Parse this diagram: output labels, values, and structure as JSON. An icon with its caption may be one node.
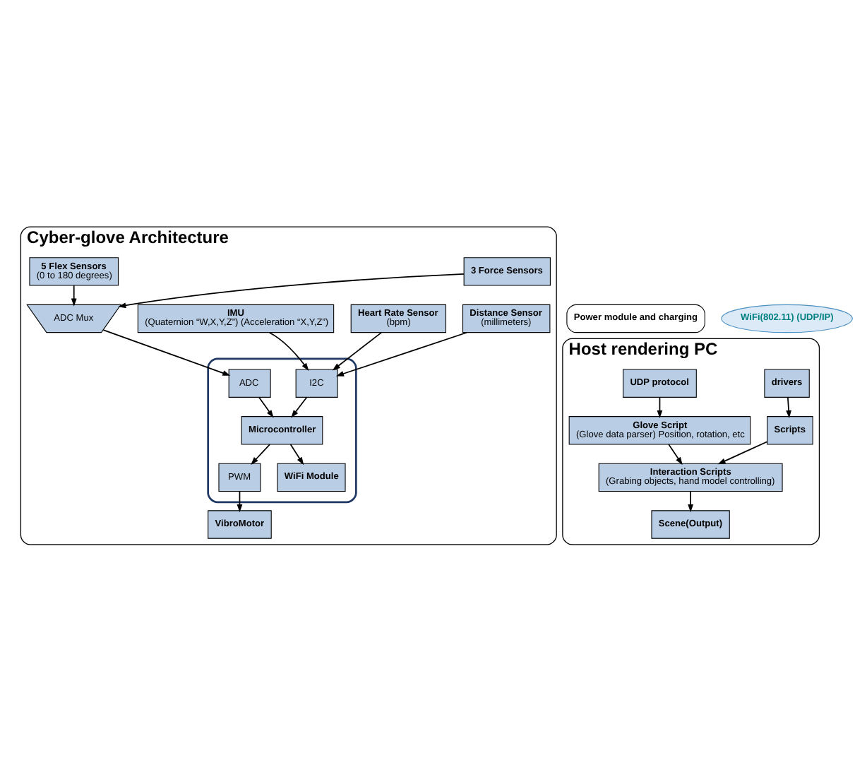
{
  "diagram": {
    "nodes": [
      {
        "text": [
          "Cyber-glove Architecture"
        ]
      },
      {
        "text": [
          "Distance Sensor",
          "(millimeters)"
        ],
        "in": 0
      },
      {
        "text": [
          "Heart Rate Sensor",
          "(bpm)"
        ],
        "in": 0
      },
      {
        "text": [
          "IMU",
          "(Quaternion “W,X,Y,Z”) (Acceleration “X,Y,Z”)"
        ],
        "in": 0
      },
      {
        "text": [
          "5 Flex Sensors",
          "(0 to 180 degrees)"
        ],
        "in": 0
      },
      {
        "text": [
          "VibroMotor"
        ],
        "in": 0
      },
      {
        "text": [],
        "shape": "box",
        "in": 0
      },
      {
        "text": [
          "PWM"
        ],
        "in": 6
      },
      {
        "text": [
          "I2C"
        ],
        "in": 6
      },
      {
        "text": [
          "ADC"
        ],
        "in": 6
      },
      {
        "text": [
          "Microcontroller"
        ],
        "in": 6
      },
      {
        "text": [
          "WiFi Module"
        ],
        "in": 6
      },
      {
        "text": [
          "ADC Mux"
        ],
        "in": 0
      },
      {
        "text": [
          "3 Force Sensors"
        ],
        "in": 0
      },
      {
        "text": [
          "Power module and charging"
        ]
      },
      {
        "text": [
          "WiFi(802.11) (UDP/IP)"
        ]
      },
      {
        "text": [
          "Host rendering PC"
        ]
      },
      {
        "text": [
          "drivers"
        ],
        "in": 16
      },
      {
        "text": [
          "UDP protocol"
        ],
        "in": 16
      },
      {
        "text": [
          "Scripts"
        ],
        "in": 16
      },
      {
        "text": [
          "Glove Script",
          "(Glove data parser) Position, rotation, etc"
        ],
        "in": 16
      },
      {
        "text": [
          "Interaction Scripts",
          "(Grabing objects, hand model controlling)"
        ],
        "in": 16
      },
      {
        "text": [
          "Scene(Output)"
        ],
        "in": 16
      }
    ],
    "edges": [
      {
        "from": 1,
        "to": 8,
        "arrow": "to"
      },
      {
        "from": 2,
        "to": 8,
        "arrow": "to"
      },
      {
        "from": 3,
        "to": 8,
        "arrow": "to"
      },
      {
        "from": 4,
        "to": 12,
        "arrow": "to"
      },
      {
        "from": 13,
        "to": 12,
        "arrow": "to"
      },
      {
        "from": 12,
        "to": 9,
        "arrow": "to"
      },
      {
        "from": 9,
        "to": 10,
        "arrow": "to"
      },
      {
        "from": 8,
        "to": 10,
        "arrow": "to"
      },
      {
        "from": 10,
        "to": 7,
        "arrow": "to"
      },
      {
        "from": 7,
        "to": 5,
        "arrow": "to"
      },
      {
        "from": 10,
        "to": 11,
        "arrow": "to"
      },
      {
        "from": 17,
        "to": 19,
        "arrow": "to"
      },
      {
        "from": 18,
        "to": 20,
        "arrow": "to"
      },
      {
        "from": 19,
        "to": 21,
        "arrow": "to"
      },
      {
        "from": 20,
        "to": 21,
        "arrow": "to"
      },
      {
        "from": 21,
        "to": 22,
        "arrow": "to"
      }
    ]
  }
}
